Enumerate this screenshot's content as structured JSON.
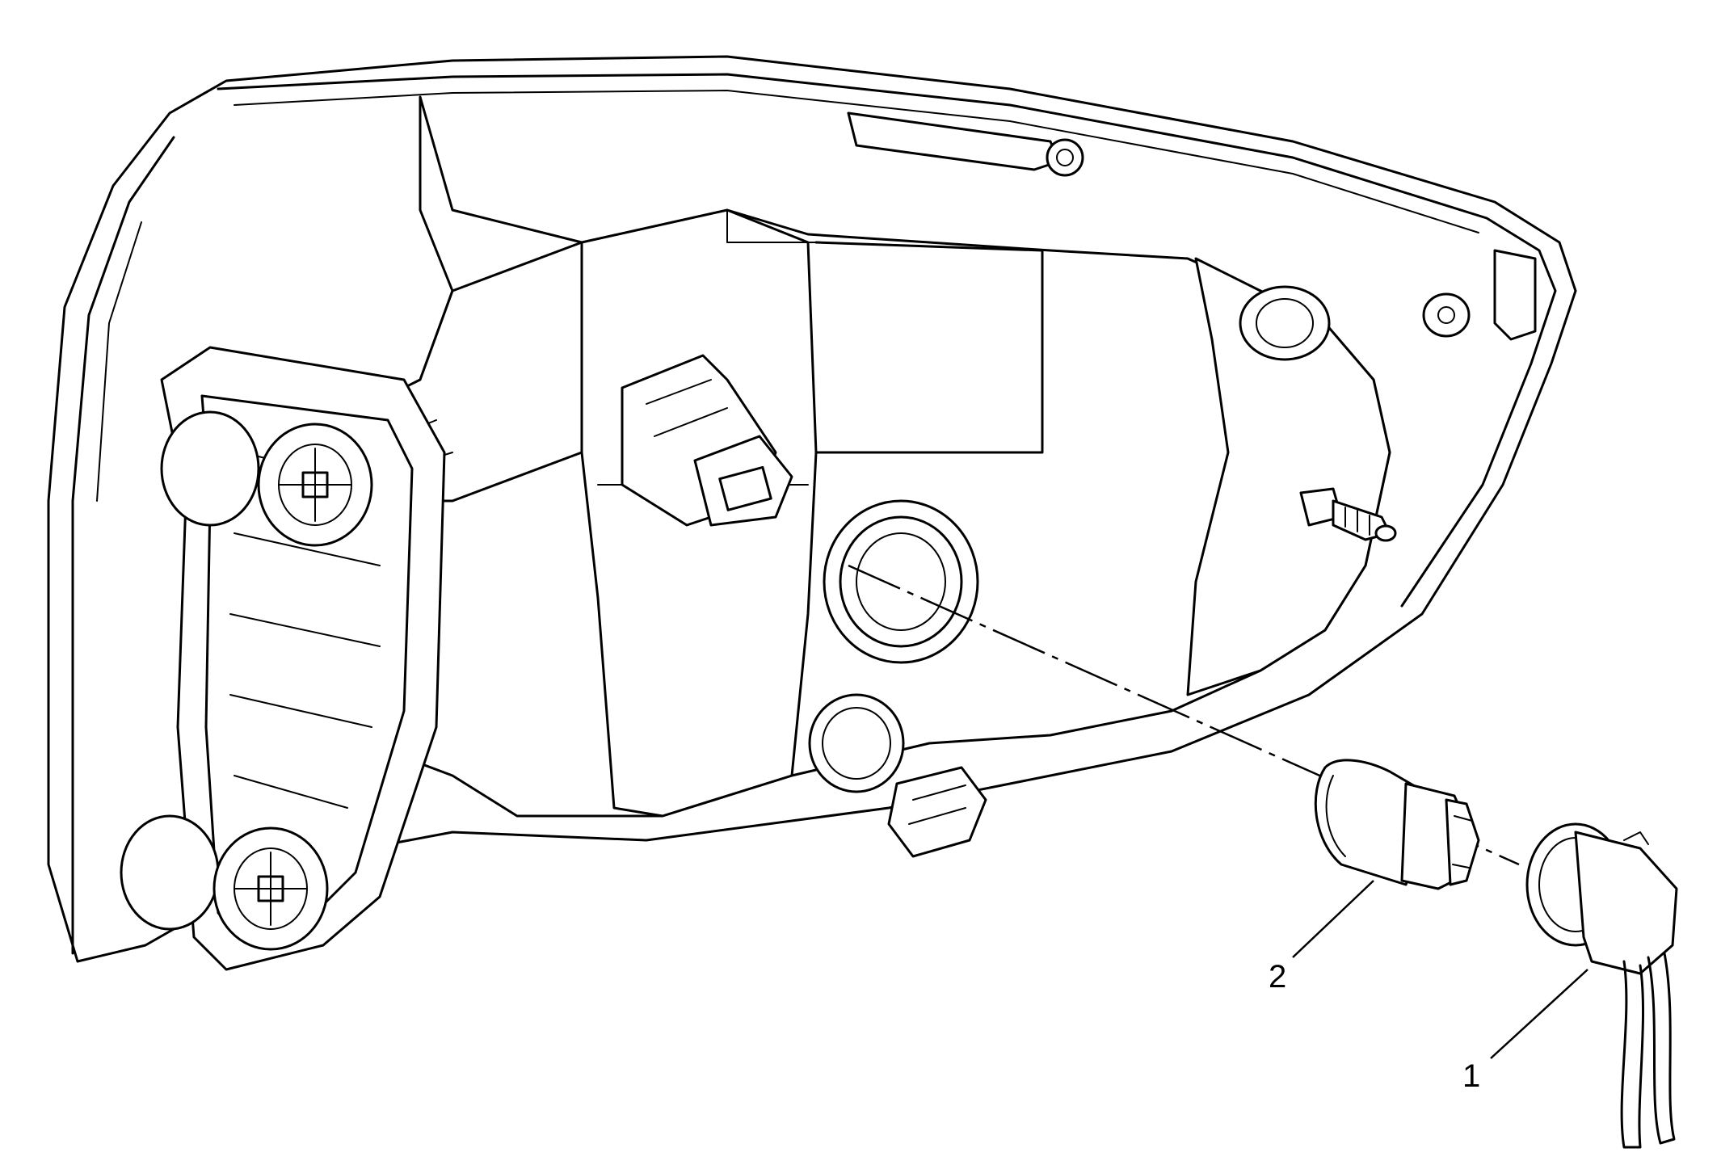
{
  "callouts": [
    {
      "number": "1",
      "part": "bulb-socket"
    },
    {
      "number": "2",
      "part": "bulb"
    }
  ]
}
